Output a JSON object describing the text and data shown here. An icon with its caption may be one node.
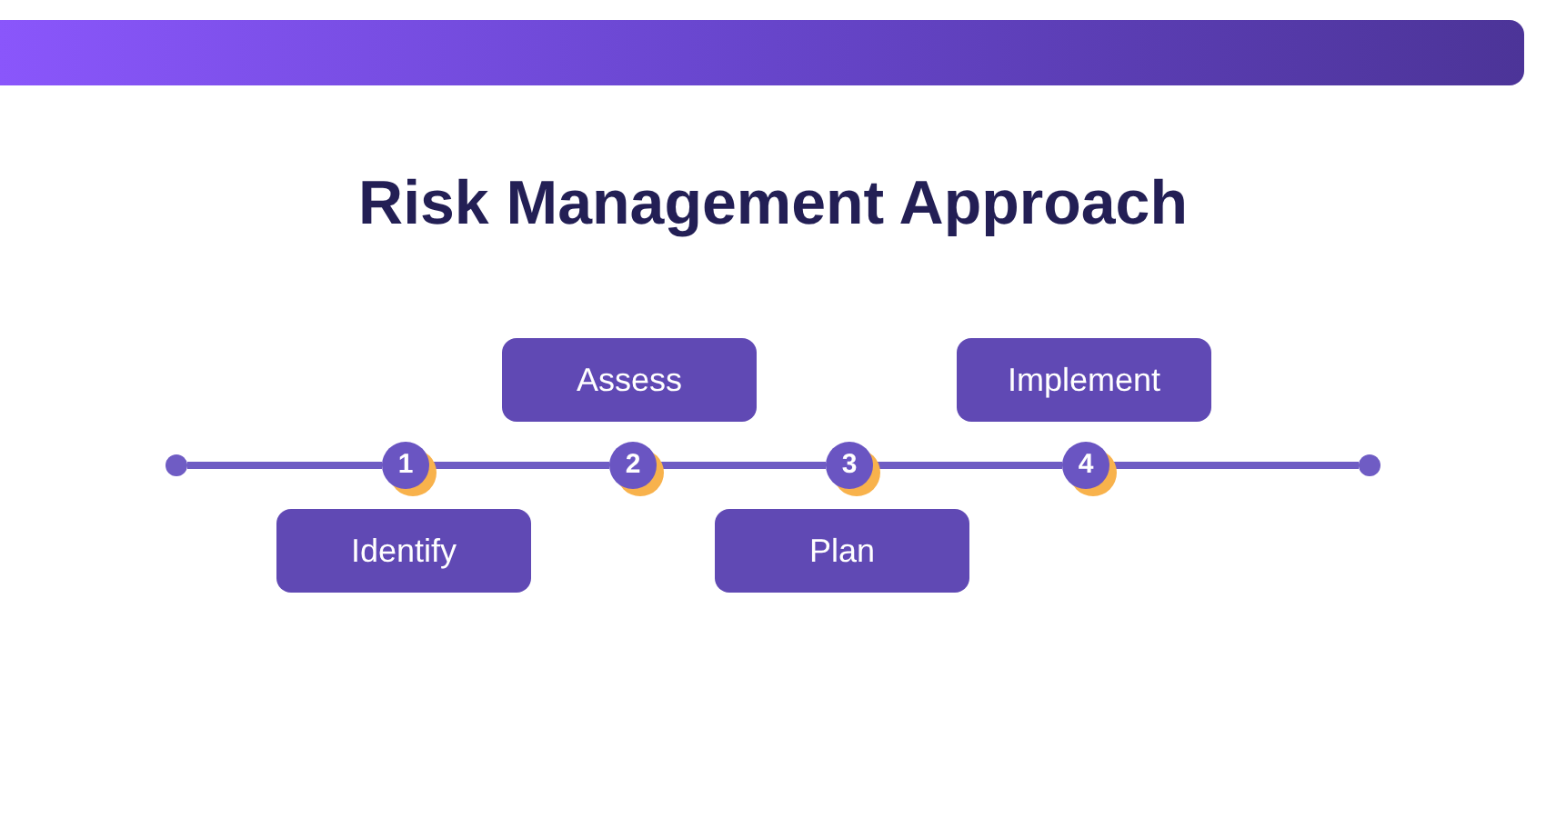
{
  "diagram": {
    "title": "Risk Management Approach",
    "nodes": [
      {
        "text": [],
        "shape": "circle"
      },
      {
        "text": [
          "1"
        ]
      },
      {
        "text": [
          "Identify"
        ]
      },
      {
        "text": [
          "2"
        ]
      },
      {
        "text": [
          "Assess"
        ]
      },
      {
        "text": [
          "3"
        ]
      },
      {
        "text": [
          "Plan"
        ]
      },
      {
        "text": [
          "4"
        ]
      },
      {
        "text": [
          "Implement"
        ]
      },
      {
        "text": [],
        "shape": "circle"
      }
    ],
    "edges": [
      {
        "from": 0,
        "to": 1,
        "arrow": "none"
      },
      {
        "from": 1,
        "to": 3,
        "arrow": "none"
      },
      {
        "from": 3,
        "to": 5,
        "arrow": "none"
      },
      {
        "from": 5,
        "to": 7,
        "arrow": "none"
      },
      {
        "from": 7,
        "to": 9,
        "arrow": "none"
      }
    ]
  }
}
